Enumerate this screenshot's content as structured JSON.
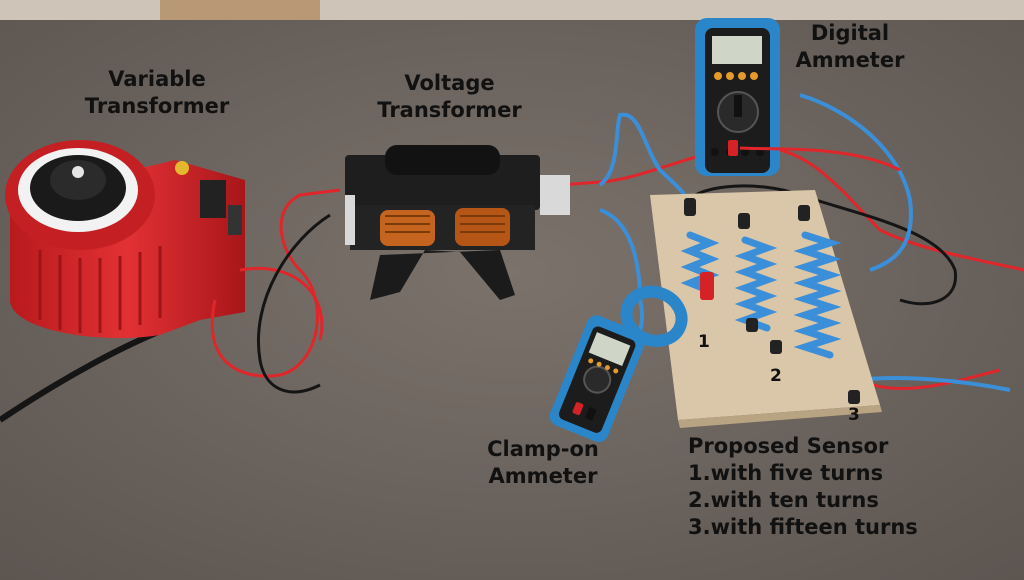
{
  "labels": {
    "variable_transformer": [
      "Variable",
      "Transformer"
    ],
    "voltage_transformer": [
      "Voltage",
      "Transformer"
    ],
    "digital_ammeter": [
      "Digital",
      "Ammeter"
    ],
    "clamp_on_ammeter": [
      "Clamp-on",
      "Ammeter"
    ],
    "proposed_sensor": {
      "title": "Proposed Sensor",
      "items": [
        "1.with five turns",
        "2.with ten turns",
        "3.with fifteen turns"
      ]
    },
    "coil_numbers": [
      "1",
      "2",
      "3"
    ]
  },
  "colors": {
    "table": "#6f6660",
    "board": "#dac6a8",
    "variac_red": "#d8282a",
    "multimeter_blue": "#2b86c9",
    "cable_blue": "#3b8fd8",
    "wire_red": "#e0262b"
  }
}
